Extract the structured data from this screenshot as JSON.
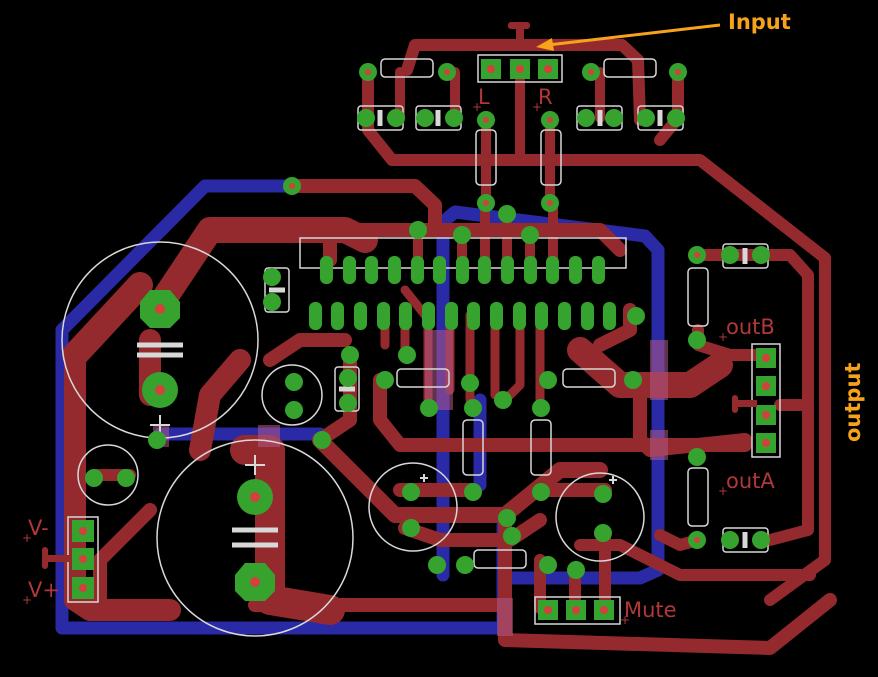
{
  "annotations": {
    "input": "Input",
    "output": "output"
  },
  "silkscreen": {
    "left_channel": "L",
    "right_channel": "R",
    "out_b": "outB",
    "out_a": "outA",
    "v_minus": "V-",
    "v_plus": "V+",
    "mute": "Mute",
    "plus_sign": "+"
  },
  "colors": {
    "background": "#000000",
    "top_copper": "#952a2e",
    "bottom_copper": "#2a2aa6",
    "pad": "#35a32d",
    "drill": "#d2413c",
    "silkscreen_outline": "#d8d8d8",
    "annotation": "#f7a21b",
    "label": "#b03838"
  }
}
